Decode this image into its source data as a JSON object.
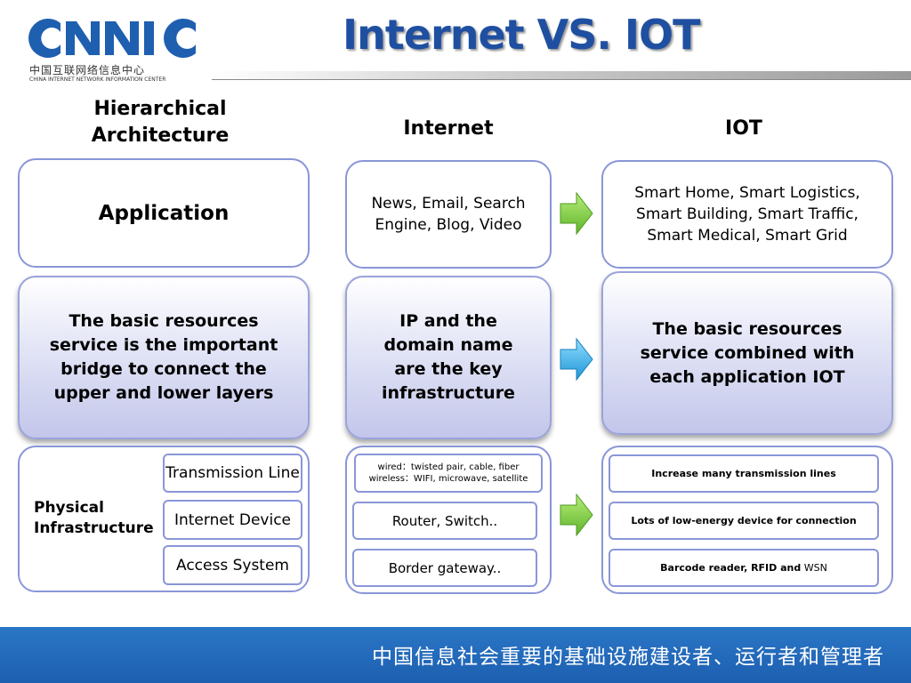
{
  "logo": {
    "mark_text": "CNNIC",
    "chinese_name": "中国互联网络信息中心",
    "english_name": "CHINA INTERNET NETWORK INFORMATION CENTER",
    "color": "#1f5fb0"
  },
  "title": "Internet VS. IOT",
  "columns": {
    "hierarchy": "Hierarchical Architecture",
    "internet": "Internet",
    "iot": "IOT"
  },
  "rows": {
    "application": {
      "layer": "Application",
      "internet": "News, Email, Search Engine, Blog, Video",
      "iot": "Smart Home, Smart Logistics, Smart Building, Smart Traffic, Smart Medical, Smart Grid"
    },
    "basic": {
      "layer": "The basic resources service is the important bridge to connect  the upper and lower layers",
      "internet": "IP and the domain name are the key infrastructure",
      "iot": "The basic resources service combined with each application IOT"
    },
    "physical": {
      "layer": "Physical Infrastructure",
      "items": [
        "Transmission Line",
        "Internet Device",
        "Access System"
      ],
      "internet": {
        "wired": "wired：twisted pair, cable, fiber",
        "wireless": "wireless：WIFI, microwave, satellite",
        "device": "Router, Switch..",
        "access": "Border gateway.."
      },
      "iot": {
        "transmission": "Increase many transmission lines",
        "device": "Lots of low-energy device for connection",
        "access_bold": "Barcode reader, RFID and",
        "access_plain": " WSN"
      }
    }
  },
  "footer": "中国信息社会重要的基础设施建设者、运行者和管理者",
  "colors": {
    "title": "#1f4fa0",
    "box_border": "#8a96d8",
    "arrow_green": "#7fcf3a",
    "arrow_blue": "#2aa8e0",
    "footer": "#1d5fb0"
  },
  "icons": [
    "green-right-arrow-icon",
    "blue-right-arrow-icon"
  ]
}
